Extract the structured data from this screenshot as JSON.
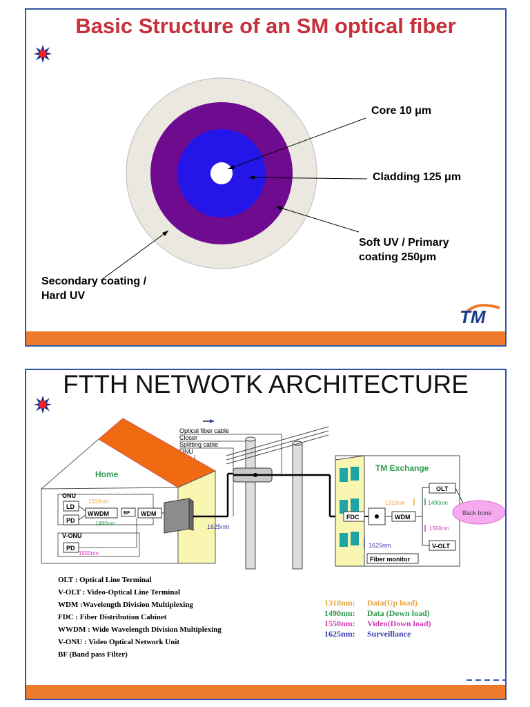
{
  "slide1": {
    "title": "Basic Structure of an SM optical fiber",
    "labels": {
      "core": "Core  10 μm",
      "cladding": "Cladding  125 μm",
      "soft_uv": [
        "Soft UV / Primary",
        "coating 250μm"
      ],
      "secondary": [
        "Secondary coating /",
        "Hard UV"
      ]
    },
    "logo_text": "TM",
    "colors": {
      "outer": "#ebe8e0",
      "primary": "#6e0b8f",
      "cladding": "#2416e8",
      "core": "#ffffff",
      "title": "#c8303a",
      "bar": "#ee7a2c"
    }
  },
  "slide2": {
    "title": "FTTH NETWOTK ARCHITECTURE",
    "cable_legend": [
      "Optical fiber cable",
      "Closer",
      "Splitting cable",
      "ONU"
    ],
    "home": {
      "label": "Home",
      "onu": "ONU",
      "ld": "LD",
      "pd": "PD",
      "wwdm": "WWDM",
      "bf": "BF",
      "wdm": "WDM",
      "w1310": "1310nm",
      "w1490": "1490nm",
      "vonu": "V-ONU",
      "vpd": "PD",
      "w1550": "1550nm"
    },
    "pole_label": "1625nm",
    "exchange": {
      "label": "TM Exchange",
      "fdc": "FDC",
      "wdm": "WDM",
      "olt": "OLT",
      "volt": "V-OLT",
      "w1310": "1310nm",
      "w1490": "1490nm",
      "w1550": "1550nm",
      "w1625": "1625nm",
      "fiber_monitor": "Fiber monitor",
      "backbone": "Back bone"
    },
    "legend": [
      "OLT : Optical Line Terminal",
      "V-OLT : Video-Optical Line Terminal",
      "WDM :Wavelength Division Multiplexing",
      "FDC : Fiber Distribution Cabinet",
      "WWDM : Wide Wavelength Division Multiplexing",
      "V-ONU : Video Optical Network Unit",
      "BF (Band pass Filter)"
    ],
    "wavelengths": [
      {
        "nm": "1310nm:",
        "desc": "Data(Up load)",
        "color": "#e8a33a"
      },
      {
        "nm": "1490nm:",
        "desc": "Data (Down load)",
        "color": "#2e9b4e"
      },
      {
        "nm": "1550nm:",
        "desc": "Video(Down load)",
        "color": "#d33ab5"
      },
      {
        "nm": "1625nm:",
        "desc": "Surveillance",
        "color": "#3a3ab0"
      }
    ]
  }
}
